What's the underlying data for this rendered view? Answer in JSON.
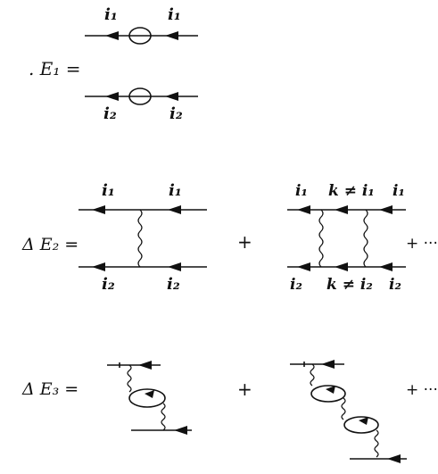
{
  "equations": {
    "e1": {
      "lhs": ". E₁ ="
    },
    "e2": {
      "lhs": "Δ E₂ =",
      "plus": "+",
      "ellipsis": "+ ···"
    },
    "e3": {
      "lhs": "Δ E₃ =",
      "plus": "+",
      "ellipsis": "+ ···"
    }
  },
  "labels": {
    "i1": "i₁",
    "i2": "i₂",
    "k_ne_i1": "k ≠ i₁",
    "k_ne_i2": "k ≠ i₂"
  }
}
